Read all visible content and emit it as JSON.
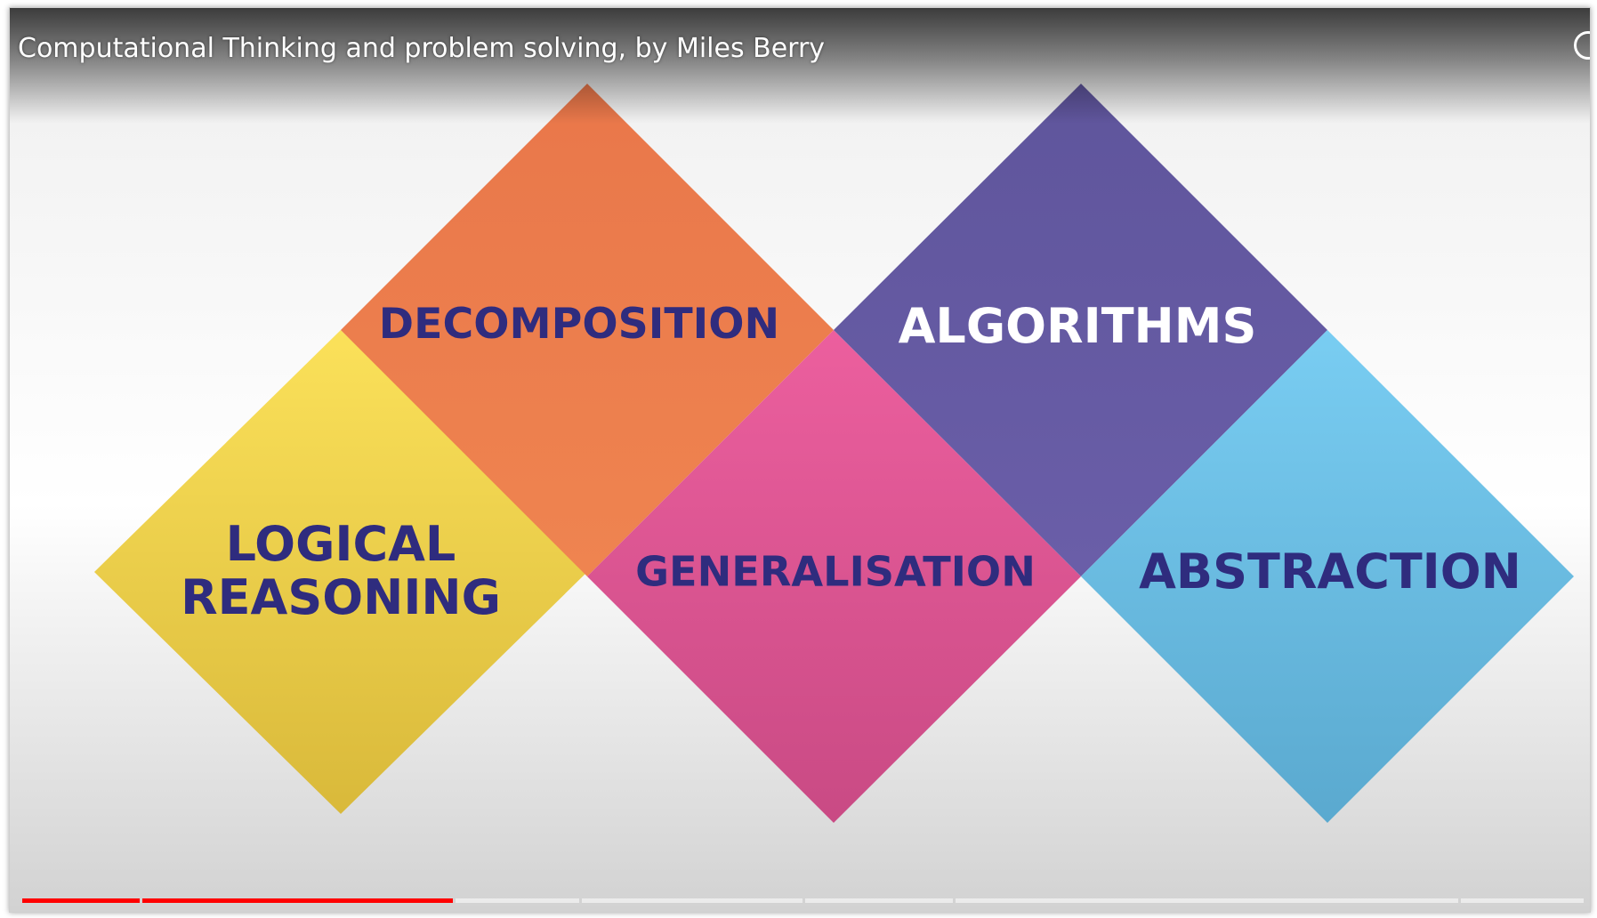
{
  "player": {
    "title": "Computational Thinking and problem solving, by Miles Berry"
  },
  "concepts": [
    {
      "id": "logical-reasoning",
      "lines": [
        "LOGICAL",
        "REASONING"
      ],
      "color": "#f7d94c"
    },
    {
      "id": "decomposition",
      "lines": [
        "DECOMPOSITION"
      ],
      "color": "#ee7f4c"
    },
    {
      "id": "generalisation",
      "lines": [
        "GENERALISATION"
      ],
      "color": "#e95c9c"
    },
    {
      "id": "algorithms",
      "lines": [
        "ALGORITHMS"
      ],
      "color": "#645aa2"
    },
    {
      "id": "abstraction",
      "lines": [
        "ABSTRACTION"
      ],
      "color": "#74c8ef"
    }
  ],
  "colors": {
    "label_text": "#2f2c7e",
    "label_text_light": "#ffffff",
    "progress_played": "#ff0000",
    "progress_unplayed": "#ffffff"
  },
  "progress": {
    "chapter_count": 7,
    "played_fraction": 0.243
  }
}
